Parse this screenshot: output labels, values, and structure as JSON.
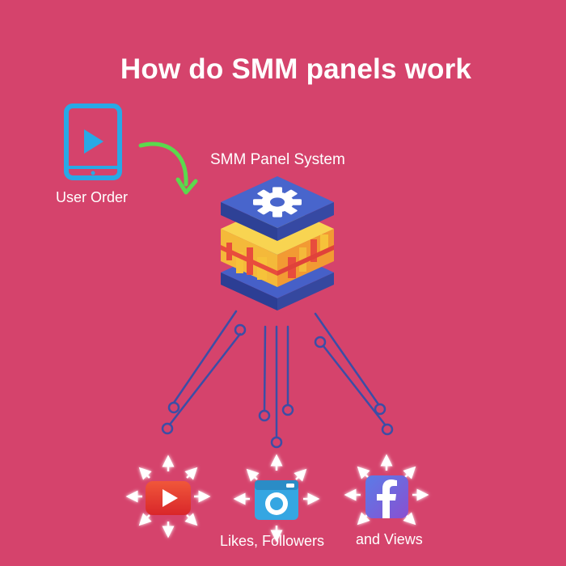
{
  "title": "How do SMM panels work",
  "user_order_label": "User Order",
  "panel_label": "SMM Panel System",
  "captions": [
    "Likes, Followers",
    "and Views"
  ],
  "colors": {
    "background": "#D5436C",
    "tablet": "#28A9E6",
    "arrow": "#5BD94D",
    "server_top": "#3A56B5",
    "server_core": "#F6C23A",
    "server_core_red": "#E84C3D",
    "wires": "#3B4EA6",
    "youtube": "#E7332B",
    "instagram": "#35A6E2",
    "facebook": "#6A5BD2"
  },
  "icons": [
    "tablet-play-icon",
    "curved-arrow-icon",
    "gear-icon",
    "server-stack-icon",
    "youtube-icon",
    "instagram-camera-icon",
    "facebook-icon"
  ]
}
